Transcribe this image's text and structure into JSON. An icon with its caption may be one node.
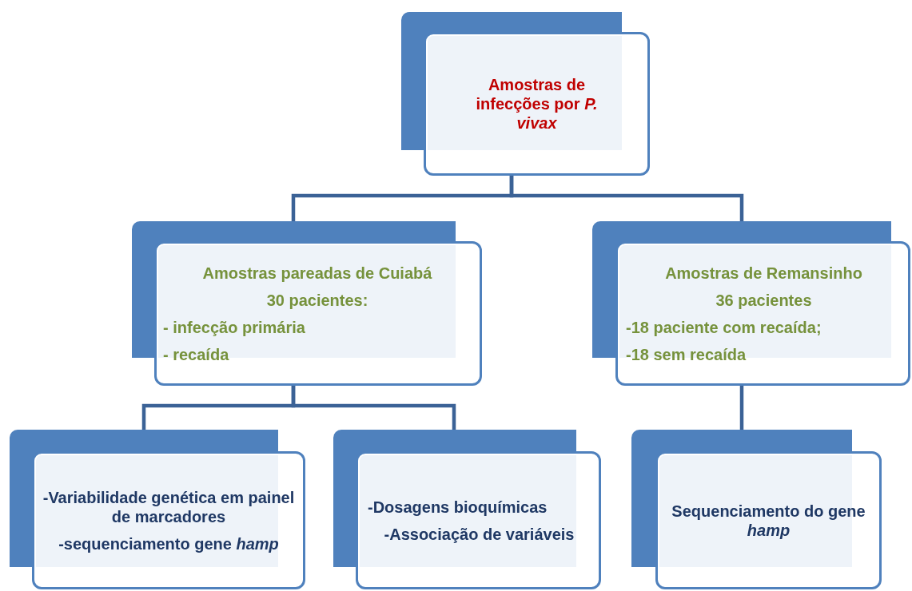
{
  "diagram": {
    "nodes": [
      {
        "text": [
          "Amostras de infecções por *P. vivax*"
        ]
      },
      {
        "text": [
          "Amostras pareadas de Cuiabá",
          "30 pacientes:",
          "- infecção primária",
          "- recaída"
        ]
      },
      {
        "text": [
          "Amostras de Remansinho",
          "36 pacientes",
          "-18 paciente com recaída;",
          "-18 sem recaída"
        ]
      },
      {
        "text": [
          "-Variabilidade genética em painel de marcadores",
          "-sequenciamento gene *hamp*"
        ]
      },
      {
        "text": [
          "-Dosagens bioquímicas",
          "-Associação de variáveis"
        ]
      },
      {
        "text": [
          "Sequenciamento do gene *hamp*"
        ]
      }
    ],
    "edges": [
      {
        "from": 0,
        "to": 1,
        "arrow": "none"
      },
      {
        "from": 0,
        "to": 2,
        "arrow": "none"
      },
      {
        "from": 1,
        "to": 3,
        "arrow": "none"
      },
      {
        "from": 1,
        "to": 4,
        "arrow": "none"
      },
      {
        "from": 2,
        "to": 5,
        "arrow": "none"
      }
    ]
  }
}
